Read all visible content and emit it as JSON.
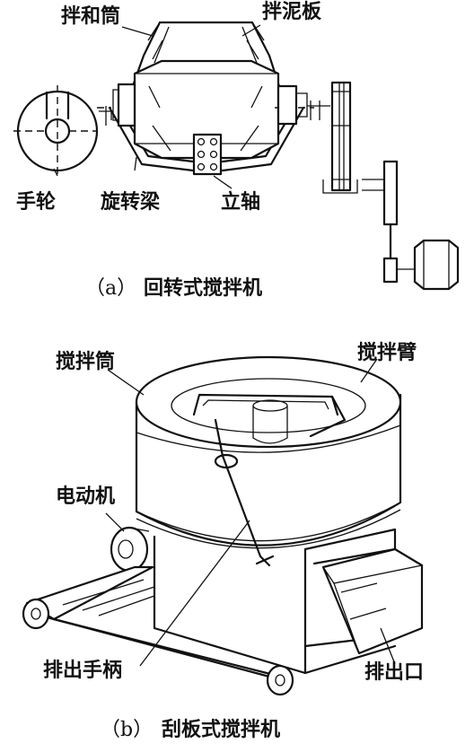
{
  "diagram_a": {
    "labels": {
      "drum": "拌和筒",
      "blade": "拌泥板",
      "handwheel": "手轮",
      "beam": "旋转梁",
      "shaft": "立轴"
    },
    "caption_letter": "（a）",
    "caption_title": "回转式搅拌机"
  },
  "diagram_b": {
    "labels": {
      "drum": "搅拌筒",
      "arm": "搅拌臂",
      "motor": "电动机",
      "handle": "排出手柄",
      "outlet": "排出口"
    },
    "caption_letter": "（b）",
    "caption_title": "刮板式搅拌机"
  }
}
